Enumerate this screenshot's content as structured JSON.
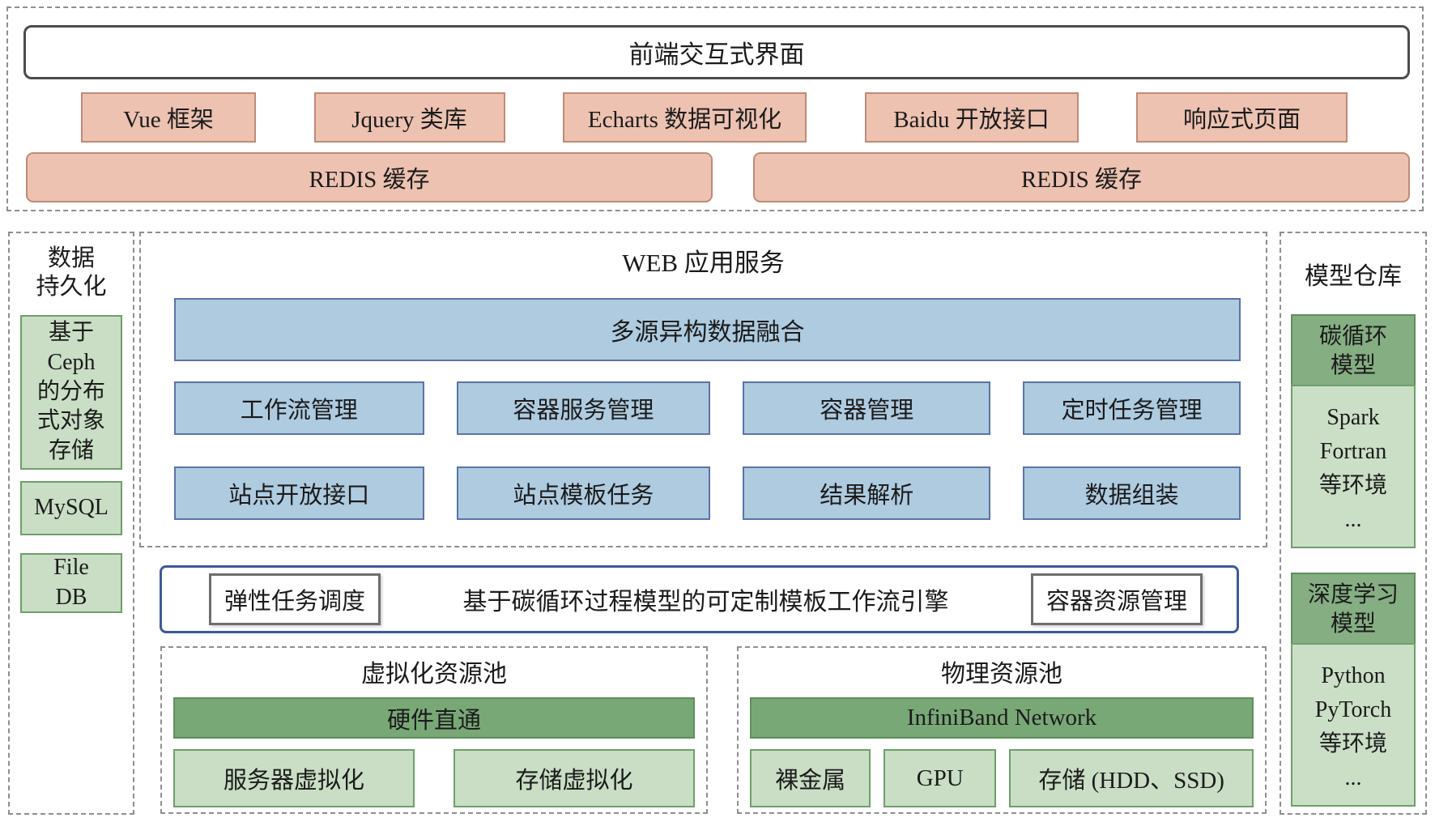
{
  "colors": {
    "salmon_fill": "#edc2b1",
    "salmon_border": "#c08a76",
    "blue_fill": "#aecbe0",
    "blue_border": "#5a74a8",
    "engine_border": "#3d5a99",
    "green_bar": "#79a877",
    "green_header": "#85ae82",
    "green_light": "#c9dec5",
    "green_border": "#6f9f6c",
    "dash_gray": "#8f8f8f"
  },
  "top": {
    "title": "前端交互式界面",
    "tech_boxes": [
      "Vue 框架",
      "Jquery 类库",
      "Echarts 数据可视化",
      "Baidu 开放接口",
      "响应式页面"
    ],
    "redis_left": "REDIS 缓存",
    "redis_right": "REDIS 缓存"
  },
  "left_column": {
    "title": "数据\n持久化",
    "items": [
      "基于\nCeph\n的分布\n式对象\n存储",
      "MySQL",
      "File\nDB"
    ]
  },
  "web": {
    "title": "WEB 应用服务",
    "fusion_bar": "多源异构数据融合",
    "row1": [
      "工作流管理",
      "容器服务管理",
      "容器管理",
      "定时任务管理"
    ],
    "row2": [
      "站点开放接口",
      "站点模板任务",
      "结果解析",
      "数据组装"
    ]
  },
  "engine": {
    "left_badge": "弹性任务调度",
    "title": "基于碳循环过程模型的可定制模板工作流引擎",
    "right_badge": "容器资源管理"
  },
  "pools": [
    {
      "title": "虚拟化资源池",
      "bar": "硬件直通",
      "items": [
        "服务器虚拟化",
        "存储虚拟化"
      ]
    },
    {
      "title": "物理资源池",
      "bar": "InfiniBand Network",
      "items": [
        "裸金属",
        "GPU",
        "存储 (HDD、SSD)"
      ]
    }
  ],
  "right_column": {
    "title": "模型仓库",
    "groups": [
      {
        "header": "碳循环\n模型",
        "body": "Spark\nFortran\n等环境\n..."
      },
      {
        "header": "深度学习\n模型",
        "body": "Python\nPyTorch\n等环境\n..."
      }
    ]
  }
}
